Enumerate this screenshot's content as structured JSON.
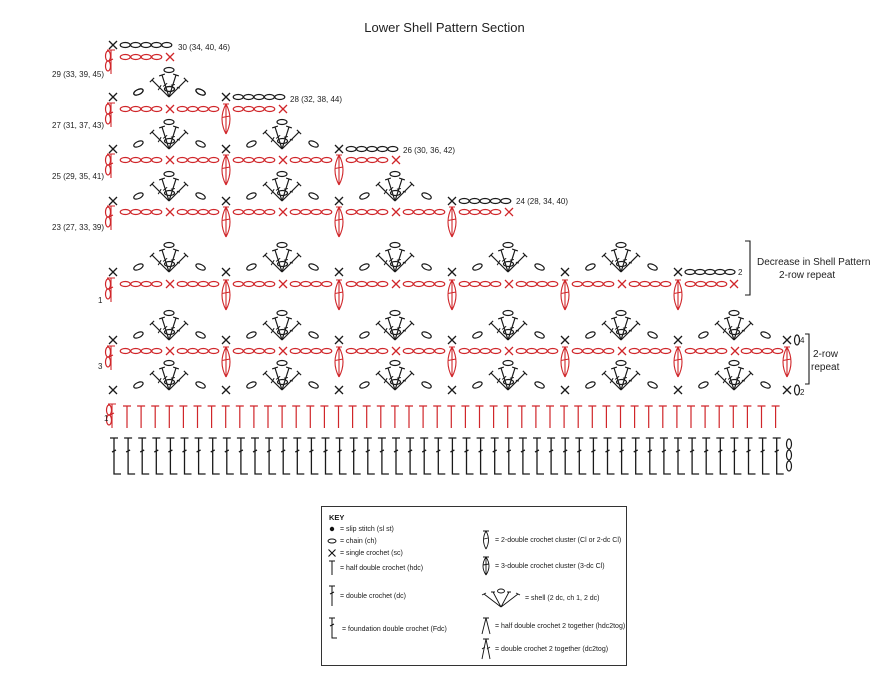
{
  "title": "Lower Shell Pattern Section",
  "colors": {
    "black": "#1a1a1a",
    "red": "#d0262a"
  },
  "row_labels": {
    "r30": "30 (34, 40, 46)",
    "r29": "29 (33, 39, 45)",
    "r28": "28 (32, 38, 44)",
    "r27": "27 (31, 37, 43)",
    "r26": "26 (30, 36, 42)",
    "r25": "25 (29, 35, 41)",
    "r24": "24 (28, 34, 40)",
    "r23": "23 (27, 33, 39)",
    "dec_2": "2",
    "dec_1": "1",
    "rep_4": "4",
    "rep_3": "3",
    "rep_2": "2",
    "found_1": "1"
  },
  "annotations": {
    "decrease_line1": "Decrease in Shell Pattern",
    "decrease_line2": "2-row repeat",
    "repeat_line1": "2-row",
    "repeat_line2": "repeat"
  },
  "key": {
    "title": "KEY",
    "items": [
      {
        "icon": "slip-stitch-icon",
        "label": "= slip stitch (sl st)"
      },
      {
        "icon": "chain-icon",
        "label": "= chain (ch)"
      },
      {
        "icon": "single-crochet-icon",
        "label": "= single crochet (sc)"
      },
      {
        "icon": "half-double-crochet-icon",
        "label": "= half double crochet (hdc)"
      },
      {
        "icon": "double-crochet-icon",
        "label": "= double crochet (dc)"
      },
      {
        "icon": "foundation-double-crochet-icon",
        "label": "= foundation double crochet (Fdc)"
      },
      {
        "icon": "2-dc-cluster-icon",
        "label": "= 2-double crochet cluster (Cl or 2-dc Cl)"
      },
      {
        "icon": "3-dc-cluster-icon",
        "label": "= 3-double crochet cluster (3-dc Cl)"
      },
      {
        "icon": "shell-icon",
        "label": "= shell (2 dc, ch 1, 2 dc)"
      },
      {
        "icon": "hdc2tog-icon",
        "label": "= half double crochet 2 together (hdc2tog)"
      },
      {
        "icon": "dc2tog-icon",
        "label": "= double crochet 2 together (dc2tog)"
      }
    ]
  }
}
